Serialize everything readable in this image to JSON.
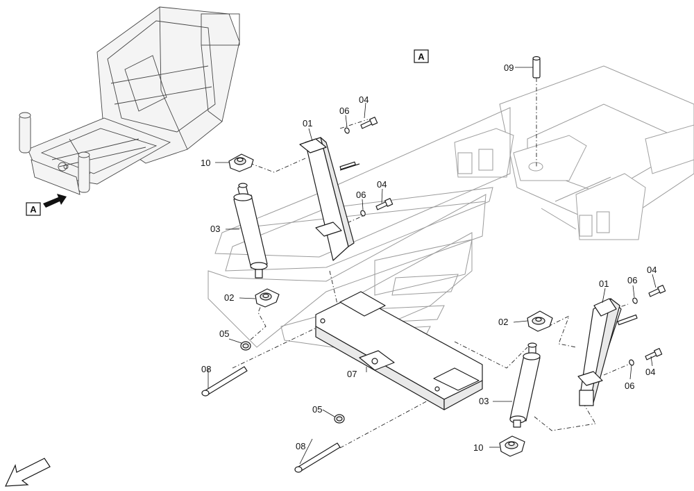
{
  "view_marker": "A",
  "callouts": {
    "c01a": "01",
    "c01b": "01",
    "c02a": "02",
    "c02b": "02",
    "c03a": "03",
    "c03b": "03",
    "c04a": "04",
    "c04b": "04",
    "c04c": "04",
    "c04d": "04",
    "c05a": "05",
    "c05b": "05",
    "c06a": "06",
    "c06b": "06",
    "c06c": "06",
    "c06d": "06",
    "c07": "07",
    "c08a": "08",
    "c08b": "08",
    "c09": "09",
    "c10a": "10",
    "c10b": "10"
  }
}
